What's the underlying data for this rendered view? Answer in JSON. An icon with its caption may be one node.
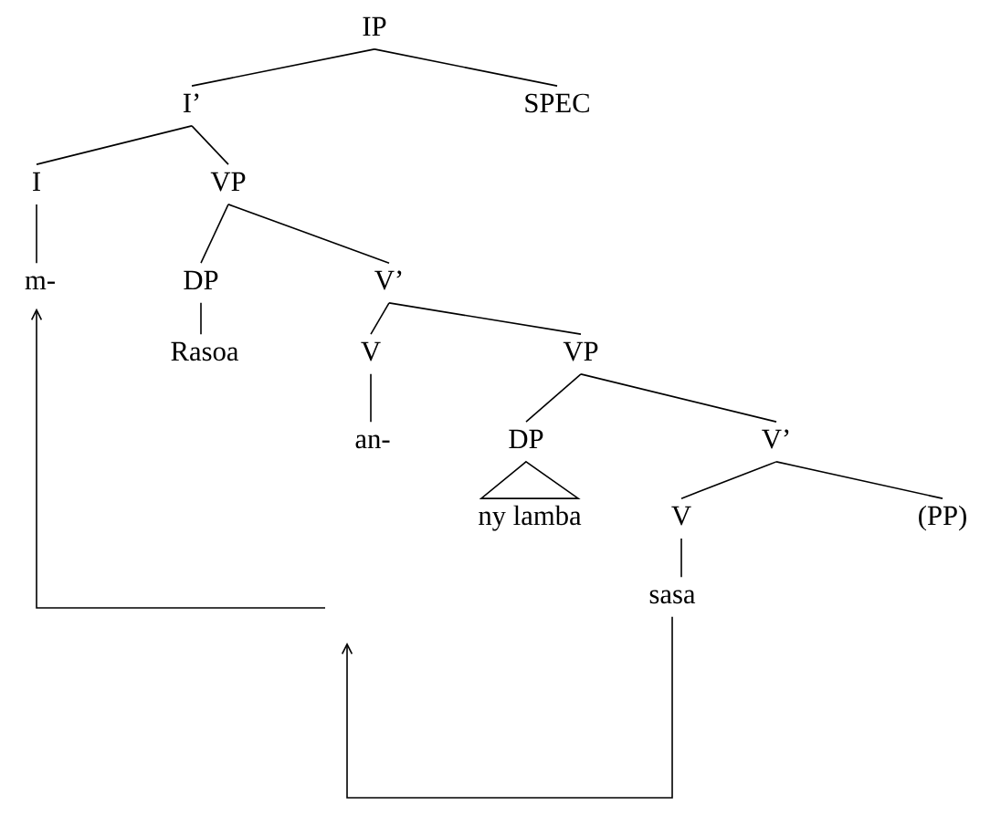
{
  "diagram": {
    "nodes": [
      {
        "text": [
          "IP"
        ]
      },
      {
        "text": [
          "I’"
        ]
      },
      {
        "text": [
          "SPEC"
        ]
      },
      {
        "text": [
          "I"
        ]
      },
      {
        "text": [
          "VP"
        ]
      },
      {
        "text": [
          "m-"
        ]
      },
      {
        "text": [
          "DP"
        ]
      },
      {
        "text": [
          "V’"
        ]
      },
      {
        "text": [
          "Rasoa"
        ]
      },
      {
        "text": [
          "V"
        ]
      },
      {
        "text": [
          "VP"
        ]
      },
      {
        "text": [
          "an-"
        ]
      },
      {
        "text": [
          "DP"
        ]
      },
      {
        "text": [
          "V’"
        ]
      },
      {
        "text": [
          "ny lamba"
        ]
      },
      {
        "text": [
          "V"
        ]
      },
      {
        "text": [
          "(PP)"
        ]
      },
      {
        "text": [
          "sasa"
        ]
      }
    ],
    "edges": [
      {
        "from": 0,
        "to": 1,
        "arrow": "none"
      },
      {
        "from": 0,
        "to": 2,
        "arrow": "none"
      },
      {
        "from": 1,
        "to": 3,
        "arrow": "none"
      },
      {
        "from": 1,
        "to": 4,
        "arrow": "none"
      },
      {
        "from": 3,
        "to": 5,
        "arrow": "none"
      },
      {
        "from": 4,
        "to": 6,
        "arrow": "none"
      },
      {
        "from": 4,
        "to": 7,
        "arrow": "none"
      },
      {
        "from": 6,
        "to": 8,
        "arrow": "none"
      },
      {
        "from": 7,
        "to": 9,
        "arrow": "none"
      },
      {
        "from": 7,
        "to": 10,
        "arrow": "none"
      },
      {
        "from": 9,
        "to": 11,
        "arrow": "none"
      },
      {
        "from": 10,
        "to": 12,
        "arrow": "none"
      },
      {
        "from": 10,
        "to": 13,
        "arrow": "none"
      },
      {
        "from": 12,
        "to": 14,
        "arrow": "none"
      },
      {
        "from": 13,
        "to": 15,
        "arrow": "none"
      },
      {
        "from": 13,
        "to": 16,
        "arrow": "none"
      },
      {
        "from": 15,
        "to": 17,
        "arrow": "none"
      },
      {
        "from": 17,
        "to": null,
        "arrow": "to"
      },
      {
        "from": null,
        "to": 5,
        "arrow": "to"
      }
    ]
  }
}
